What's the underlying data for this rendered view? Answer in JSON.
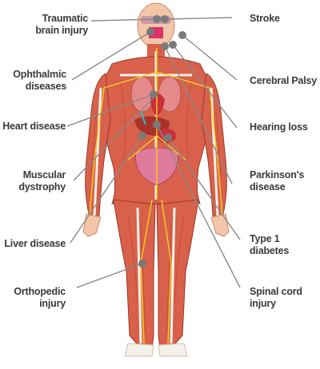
{
  "labels_left": [
    {
      "id": "traumatic-brain-injury",
      "lines": [
        "Traumatic",
        "brain injury"
      ]
    },
    {
      "id": "ophthalmic-diseases",
      "lines": [
        "Ophthalmic",
        "diseases"
      ]
    },
    {
      "id": "heart-disease",
      "lines": [
        "Heart disease"
      ]
    },
    {
      "id": "muscular-dystrophy",
      "lines": [
        "Muscular",
        "dystrophy"
      ]
    },
    {
      "id": "liver-disease",
      "lines": [
        "Liver disease"
      ]
    },
    {
      "id": "orthopedic-injury",
      "lines": [
        "Orthopedic",
        "injury"
      ]
    }
  ],
  "labels_right": [
    {
      "id": "stroke",
      "lines": [
        "Stroke"
      ]
    },
    {
      "id": "cerebral-palsy",
      "lines": [
        "Cerebral Palsy"
      ]
    },
    {
      "id": "hearing-loss",
      "lines": [
        "Hearing loss"
      ]
    },
    {
      "id": "parkinsons-disease",
      "lines": [
        "Parkinson's",
        "disease"
      ]
    },
    {
      "id": "type-1-diabetes",
      "lines": [
        "Type 1",
        "diabetes"
      ]
    },
    {
      "id": "spinal-cord-injury",
      "lines": [
        "Spinal cord",
        "injury"
      ]
    }
  ],
  "colors": {
    "text": "#3a3a3a",
    "leader": "#8a8a8a",
    "marker": "#7a7a7a",
    "muscle": "#d9604a",
    "muscle_dark": "#b8432f",
    "skin": "#f2c6a8",
    "bone": "#f4f1ea",
    "nerve": "#f2d21a",
    "organ": "#c8303c"
  }
}
